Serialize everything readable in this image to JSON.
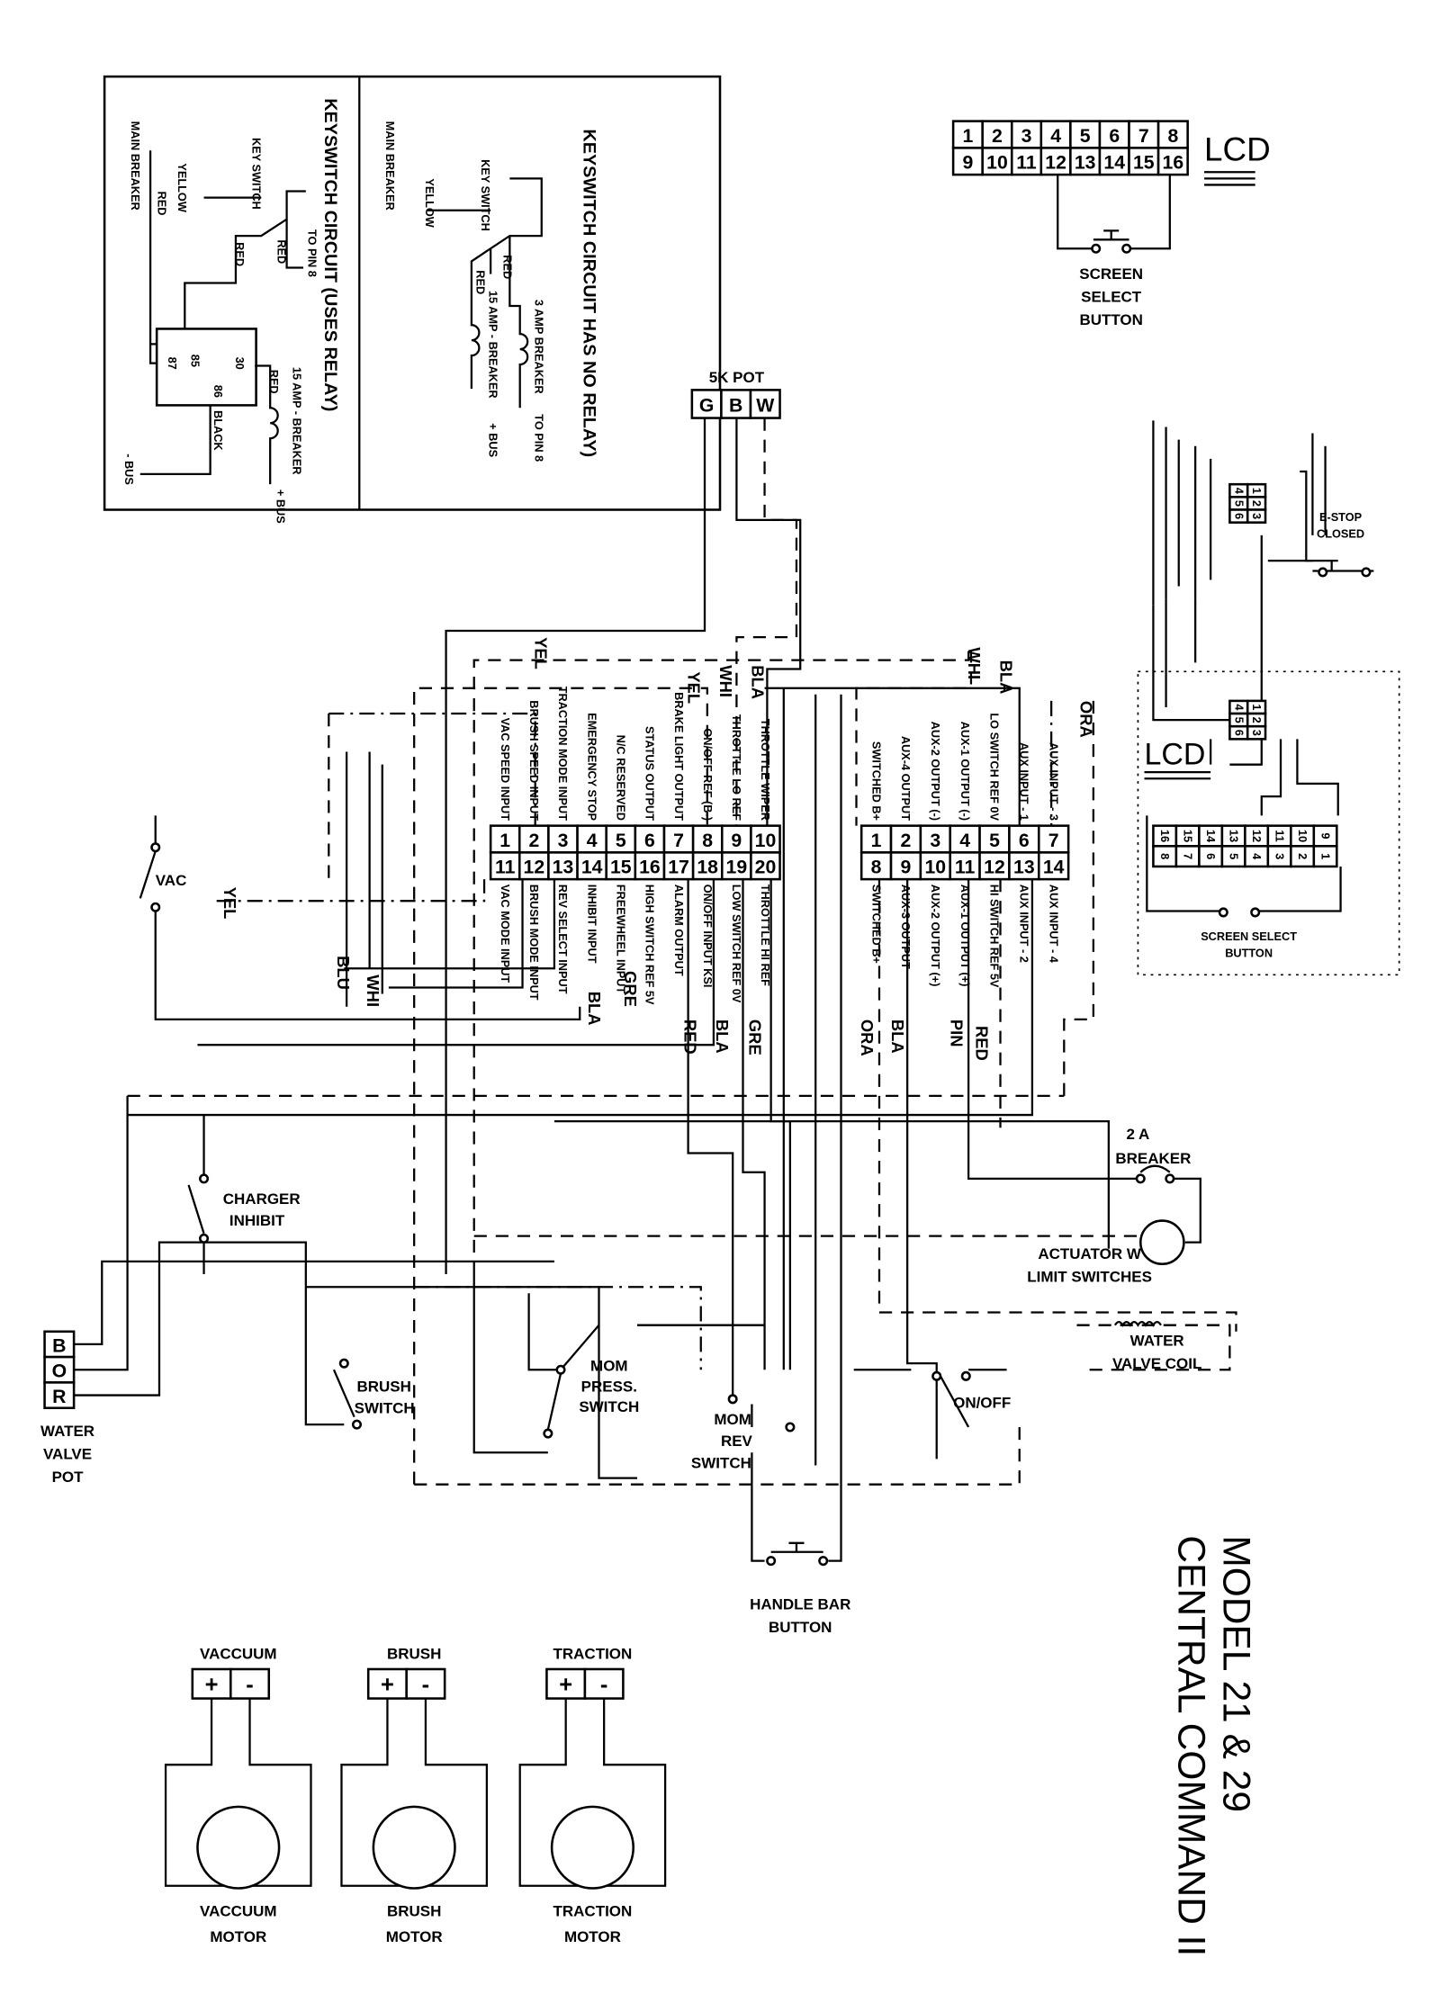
{
  "keyswitch": {
    "relay_panel": {
      "title": "KEYSWITCH CIRCUIT (USES RELAY)",
      "labels": [
        "MAIN BREAKER",
        "YELLOW",
        "KEY SWITCH",
        "TO PIN 8",
        "RED",
        "RED",
        "RED",
        "RED",
        "BLACK",
        "15 AMP - BREAKER",
        "+ BUS",
        "- BUS"
      ],
      "relay_pins": [
        "85",
        "87",
        "30",
        "86"
      ]
    },
    "no_relay_panel": {
      "title": "KEYSWITCH CIRCUIT HAS NO RELAY)",
      "labels": [
        "MAIN BREAKER",
        "YELLOW",
        "KEY SWITCH",
        "RED",
        "RED",
        "3 AMP BREAKER",
        "15 AMP - BREAKER",
        "TO PIN 8",
        "+ BUS"
      ]
    }
  },
  "lcd_top": {
    "label": "LCD",
    "row1": [
      "1",
      "2",
      "3",
      "4",
      "5",
      "6",
      "7",
      "8"
    ],
    "row2": [
      "9",
      "10",
      "11",
      "12",
      "13",
      "14",
      "15",
      "16"
    ],
    "button_label": [
      "SCREEN",
      "SELECT",
      "BUTTON"
    ]
  },
  "pot": {
    "label": "5K POT",
    "pins": [
      "G",
      "B",
      "W"
    ]
  },
  "main_connector": {
    "row1": [
      "1",
      "2",
      "3",
      "4",
      "5",
      "6",
      "7",
      "8",
      "9",
      "10"
    ],
    "row2": [
      "11",
      "12",
      "13",
      "14",
      "15",
      "16",
      "17",
      "18",
      "19",
      "20"
    ],
    "top_labels": [
      "VAC SPEED INPUT",
      "BRUSH SPEED INPUT",
      "TRACTION MODE INPUT",
      "EMERGENCY STOP",
      "N/C RESERVED",
      "STATUS OUTPUT",
      "BRAKE LIGHT OUTPUT",
      "ON/OFF REF (B-)",
      "THROTTLE LO REF",
      "THROTTLE WIPER"
    ],
    "bottom_labels": [
      "VAC MODE INPUT",
      "BRUSH MODE INPUT",
      "REV SELECT INPUT",
      "INHIBIT INPUT",
      "FREEWHEEL INPUT",
      "HIGH SWITCH REF 5V",
      "ALARM OUTPUT",
      "ON/OFF INPUT KSI",
      "LOW SWITCH REF 0V",
      "THROTTLE HI REF"
    ]
  },
  "aux_connector": {
    "row1": [
      "1",
      "2",
      "3",
      "4",
      "5",
      "6",
      "7"
    ],
    "row2": [
      "8",
      "9",
      "10",
      "11",
      "12",
      "13",
      "14"
    ],
    "top_labels": [
      "SWITCHED B+",
      "AUX-4 OUTPUT",
      "AUX-2 OUTPUT (-)",
      "AUX-1 OUTPUT (-)",
      "LO SWITCH REF 0V",
      "AUX INPUT - 1",
      "AUX INPUT - 3"
    ],
    "bottom_labels": [
      "SWITCHED B+",
      "AUX-3 OUTPUT",
      "AUX-2 OUTPUT (+)",
      "AUX-1 OUTPUT (+)",
      "HI SWITCH REF 5V",
      "AUX INPUT - 2",
      "AUX INPUT - 4"
    ]
  },
  "wire_tags": {
    "main_top": [
      "YEL",
      "WHI",
      "BLA"
    ],
    "pin2": "YEL",
    "inhibit": "BLA",
    "highswitch": "GRE",
    "main_bottom": [
      "RED",
      "BLA",
      "GRE"
    ],
    "aux_top": [
      "WHI",
      "BLA"
    ],
    "aux_right": "ORA",
    "aux_bottom": [
      "ORA",
      "BLA",
      "PIN",
      "RED"
    ],
    "vac": "YEL",
    "left": [
      "BLU",
      "WHI"
    ]
  },
  "lcd_right": {
    "label": "LCD",
    "estop_label": [
      "E-STOP",
      "CLOSED"
    ],
    "estop_pins": [
      [
        "4",
        "1"
      ],
      [
        "5",
        "2"
      ],
      [
        "6",
        "3"
      ]
    ],
    "lcd_pins": [
      [
        "9",
        "1"
      ],
      [
        "10",
        "2"
      ],
      [
        "11",
        "3"
      ],
      [
        "12",
        "4"
      ],
      [
        "13",
        "5"
      ],
      [
        "14",
        "6"
      ],
      [
        "15",
        "7"
      ],
      [
        "16",
        "8"
      ]
    ],
    "button_label": [
      "SCREEN SELECT",
      "BUTTON"
    ]
  },
  "components": {
    "vac": "VAC",
    "charger_inhibit": [
      "CHARGER",
      "INHIBIT"
    ],
    "brush_switch": [
      "BRUSH",
      "SWITCH"
    ],
    "mom_press_switch": [
      "MOM",
      "PRESS.",
      "SWITCH"
    ],
    "mom_rev_switch": [
      "MOM",
      "REV",
      "SWITCH"
    ],
    "on_off": "ON/OFF",
    "handle_bar_button": [
      "HANDLE BAR",
      "BUTTON"
    ],
    "breaker": [
      "2 A",
      "BREAKER"
    ],
    "actuator": [
      "ACTUATOR W",
      "LIMIT SWITCHES"
    ],
    "water_valve_coil": [
      "WATER",
      "VALVE COIL"
    ],
    "water_valve_pot": {
      "pins": [
        "B",
        "O",
        "R"
      ],
      "label": [
        "WATER",
        "VALVE",
        "POT"
      ]
    }
  },
  "motors": [
    {
      "name": "VACCUUM",
      "label": [
        "VACCUUM",
        "MOTOR"
      ]
    },
    {
      "name": "BRUSH",
      "label": [
        "BRUSH",
        "MOTOR"
      ]
    },
    {
      "name": "TRACTION",
      "label": [
        "TRACTION",
        "MOTOR"
      ]
    }
  ],
  "motor_terminals": [
    "+",
    "-"
  ],
  "title": [
    "MODEL 21 & 29",
    "CENTRAL COMMAND II"
  ]
}
